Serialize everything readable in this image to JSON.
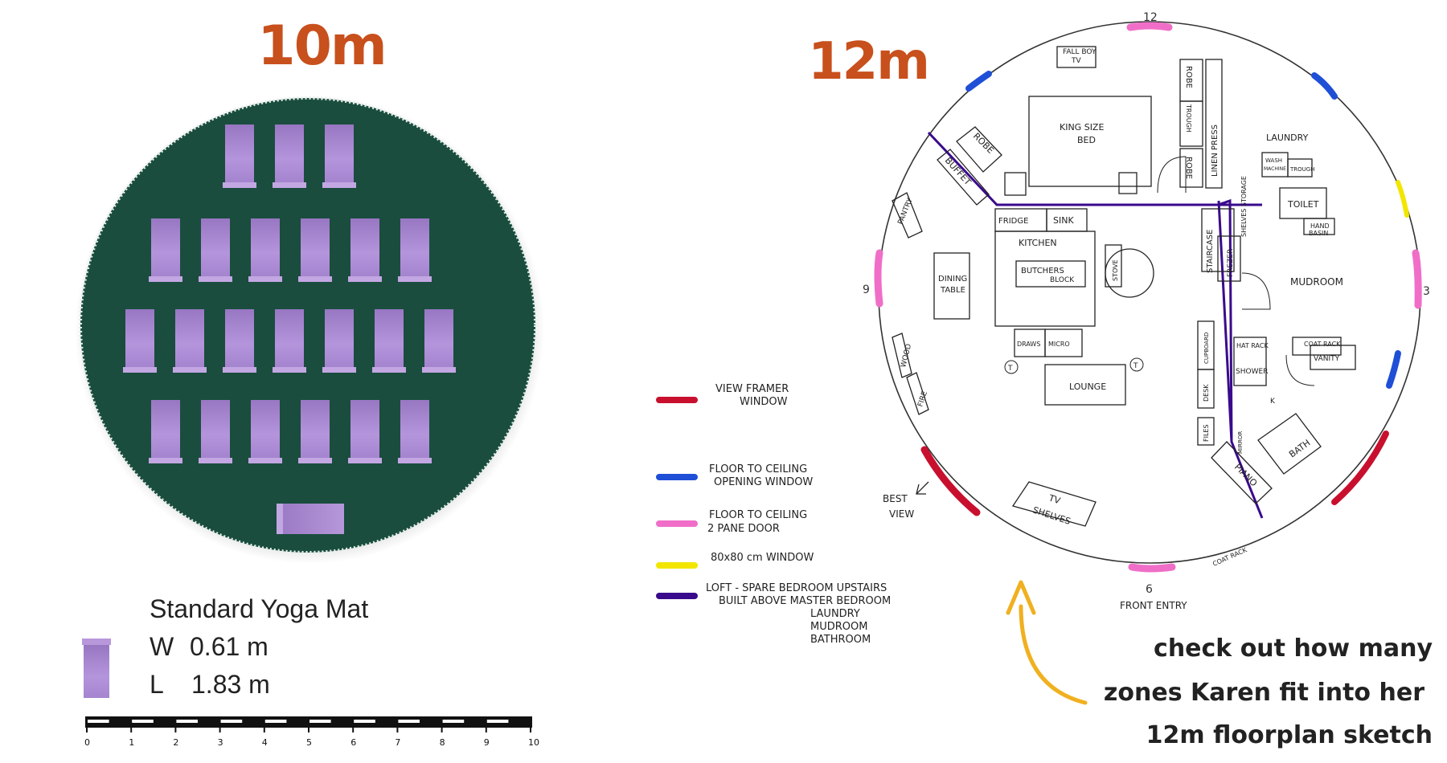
{
  "left_title": "10m",
  "right_title": "12m",
  "mat_legend": {
    "heading": "Standard Yoga Mat",
    "width_label": "W",
    "width_value": "0.61 m",
    "length_label": "L",
    "length_value": "1.83 m"
  },
  "scale_ticks": [
    "0",
    "1",
    "2",
    "3",
    "4",
    "5",
    "6",
    "7",
    "8",
    "9",
    "10"
  ],
  "clock_labels": {
    "top": "12",
    "right": "3",
    "bottom": "6",
    "left": "9"
  },
  "rooms": {
    "fall_boy": "FALL BOY",
    "tv": "TV",
    "robe1": "ROBE",
    "robe2": "ROBE",
    "robe3": "ROBE",
    "trough": "TROUGH",
    "linen": "LINEN PRESS",
    "king": "KING SIZE",
    "bed": "BED",
    "laundry": "LAUNDRY",
    "wash": "WASH",
    "machine": "MACHINE",
    "trough_small": "TROUGH",
    "buffet": "BUFFET",
    "toilet": "TOILET",
    "hand": "HAND",
    "basin": "BASIN",
    "pantry": "PANTRY",
    "fridge": "FRIDGE",
    "sink": "SINK",
    "shelves_storage": "SHELVES STORAGE",
    "staircase": "STAIRCASE",
    "freezer": "FREZER",
    "kitchen": "KITCHEN",
    "dining1": "DINING",
    "dining2": "TABLE",
    "butchers1": "BUTCHERS",
    "butchers2": "BLOCK",
    "stove": "STOVE",
    "mudroom": "MUDROOM",
    "draws": "DRAWS",
    "micro": "MICRO",
    "cupboard": "CUPBOARD",
    "hat_rack": "HAT RACK",
    "coat_rack": "COAT RACK",
    "vanity": "VANITY",
    "wood": "WOOD",
    "fire": "FIRE",
    "lounge": "LOUNGE",
    "desk": "DESK",
    "shower": "SHOWER",
    "files": "FILES",
    "mirror": "MIRROR",
    "bath": "BATH",
    "piano": "PIANO",
    "tv_shelves1": "TV",
    "tv_shelves2": "SHELVES",
    "coat_rack2": "COAT RACK",
    "best_view1": "BEST",
    "best_view2": "VIEW",
    "front_entry": "FRONT ENTRY"
  },
  "legend": [
    {
      "color": "#c8102e",
      "line1": "VIEW FRAMER",
      "line2": "WINDOW"
    },
    {
      "color": "#1f4fd6",
      "line1": "FLOOR TO CEILING",
      "line2": "OPENING WINDOW"
    },
    {
      "color": "#f06ec8",
      "line1": "FLOOR TO CEILING",
      "line2": "2 PANE DOOR"
    },
    {
      "color": "#f2e600",
      "line1": "80x80 cm WINDOW",
      "line2": ""
    },
    {
      "color": "#3a0a8c",
      "line1": "LOFT - SPARE BEDROOM UPSTAIRS",
      "line2": "BUILT ABOVE MASTER BEDROOM",
      "line3": "LAUNDRY",
      "line4": "MUDROOM",
      "line5": "BATHROOM"
    }
  ],
  "callout": {
    "line1": "check out how many",
    "line2": "zones Karen fit into her",
    "line3": "12m floorplan sketch"
  },
  "colors": {
    "accent": "#c8501c",
    "floor": "#1a4d3e",
    "mat": "#a98acb",
    "loft": "#3a0a8c",
    "callout_arrow": "#f0b020"
  }
}
